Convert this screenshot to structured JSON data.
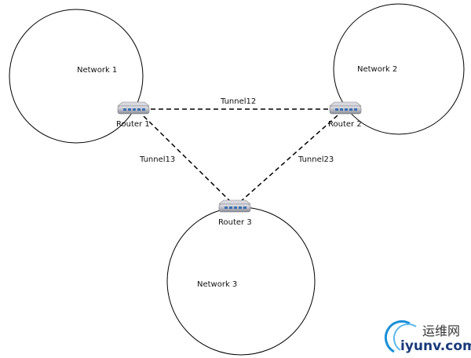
{
  "networks": [
    {
      "label": "Network 1"
    },
    {
      "label": "Network 2"
    },
    {
      "label": "Network 3"
    }
  ],
  "routers": [
    {
      "label": "Router 1",
      "icon": "router-icon"
    },
    {
      "label": "Router 2",
      "icon": "router-icon"
    },
    {
      "label": "Router 3",
      "icon": "router-icon"
    }
  ],
  "tunnels": [
    {
      "label": "Tunnel12"
    },
    {
      "label": "Tunnel13"
    },
    {
      "label": "Tunnel23"
    }
  ],
  "watermark": {
    "line1": "运维网",
    "line2": "iyunv.com",
    "color": "#1a8fd8"
  }
}
